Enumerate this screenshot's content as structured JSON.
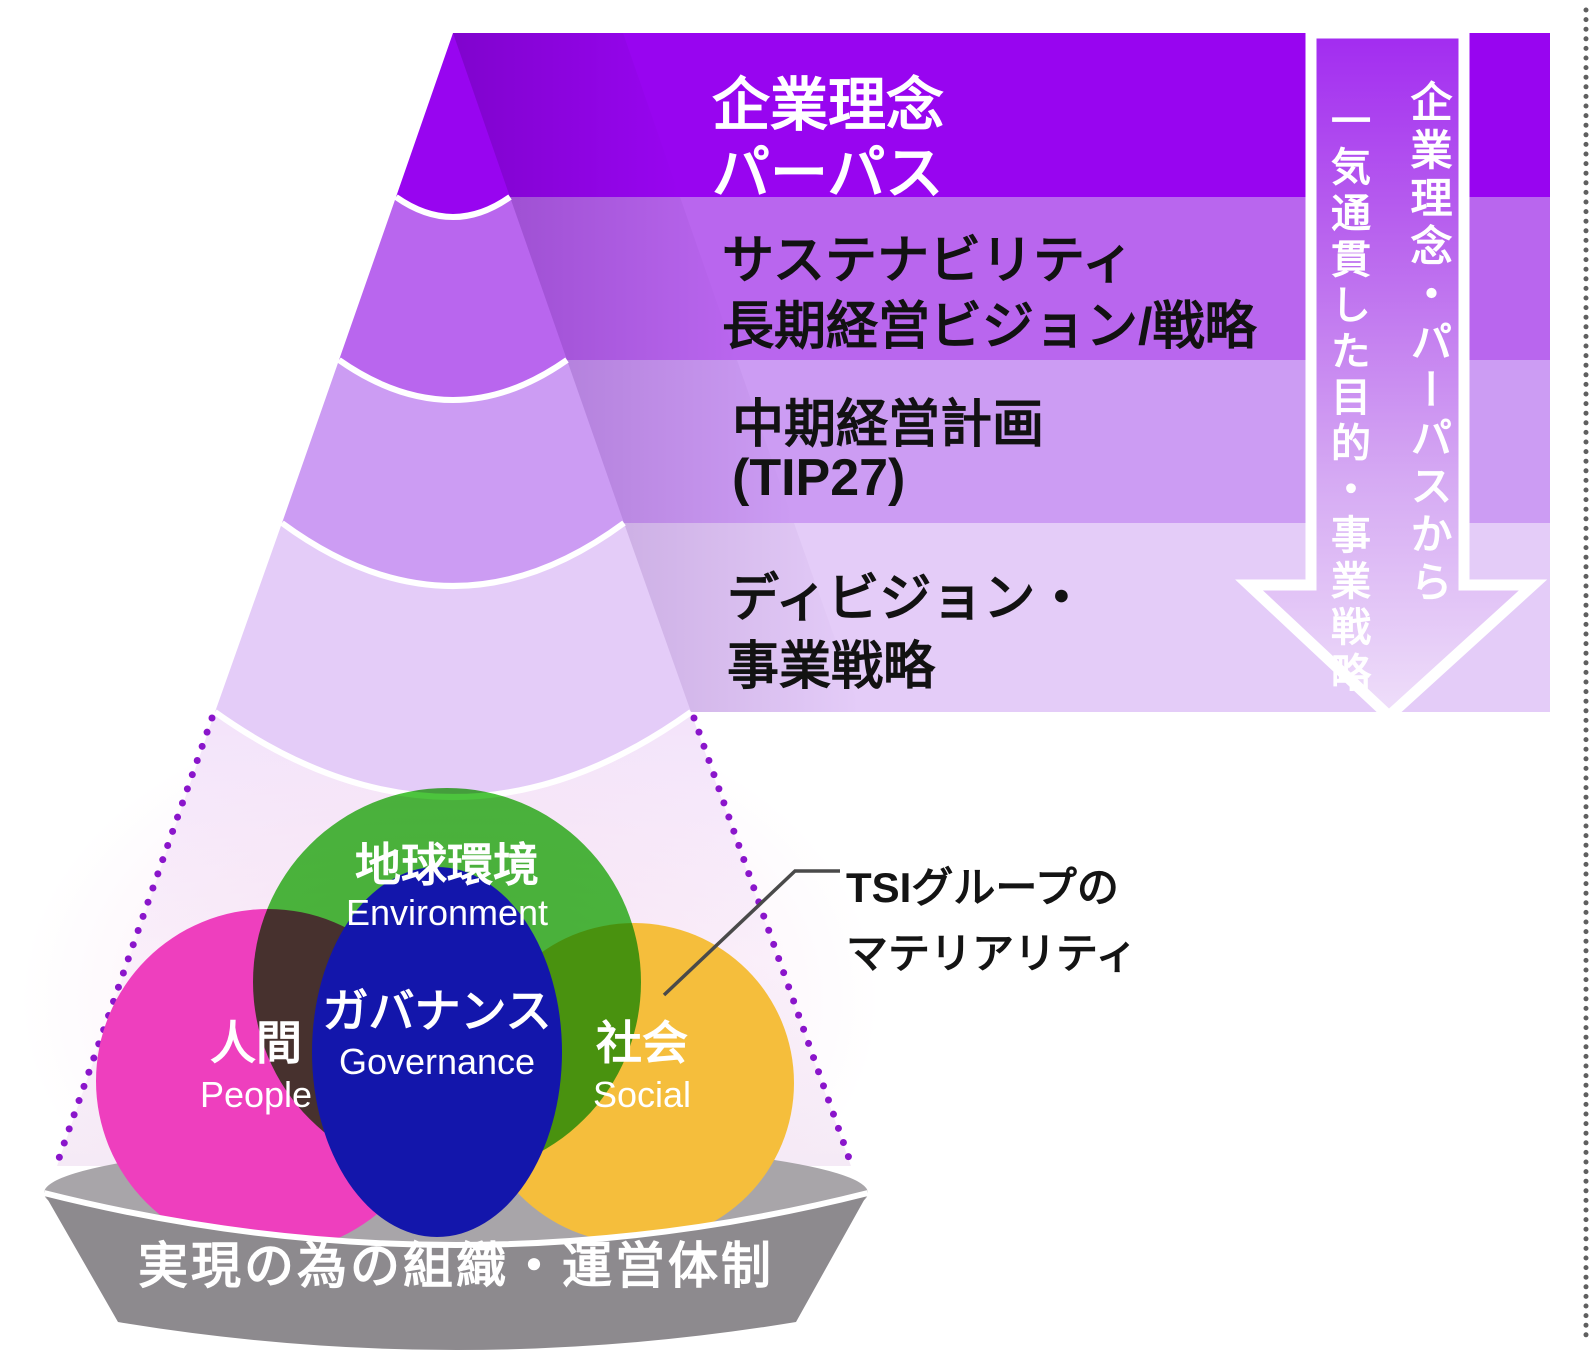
{
  "pyramid": {
    "levels": [
      {
        "line1": "企業理念",
        "line2": "パーパス"
      },
      {
        "line1": "サステナビリティ",
        "line2": "長期経営ビジョン/戦略"
      },
      {
        "line1": "中期経営計画",
        "line2": "(TIP27)"
      },
      {
        "line1": "ディビジョン・",
        "line2": "事業戦略"
      }
    ],
    "band_colors": [
      "#9805F0",
      "#B966EE",
      "#CC9CF3",
      "#E4CCF8"
    ]
  },
  "flow_arrow": {
    "text_column_right": "企業理念・パーパスから",
    "text_column_left": "一気通貫した目的・事業戦略",
    "gradient_top": "#A22BF0",
    "gradient_bottom": "#EFDFFA"
  },
  "materiality_callout": {
    "line1": "TSIグループの",
    "line2": "マテリアリティ"
  },
  "esg_circles": {
    "environment": {
      "ja": "地球環境",
      "en": "Environment",
      "color": "#4CC43D"
    },
    "people": {
      "ja": "人間",
      "en": "People",
      "color": "#EE3FBE"
    },
    "governance": {
      "ja": "ガバナンス",
      "en": "Governance",
      "color": "#1316AB"
    },
    "social": {
      "ja": "社会",
      "en": "Social",
      "color": "#F5BE3C"
    }
  },
  "foundation": {
    "label": "実現の為の組織・運営体制",
    "top_color": "#A8A5A9",
    "body_color": "#8D8A8E"
  },
  "accents": {
    "dotted_cone_edge": "#8A15CB",
    "dotted_page_edge": "#5F5F5F",
    "callout_line": "#4A4A4A"
  }
}
